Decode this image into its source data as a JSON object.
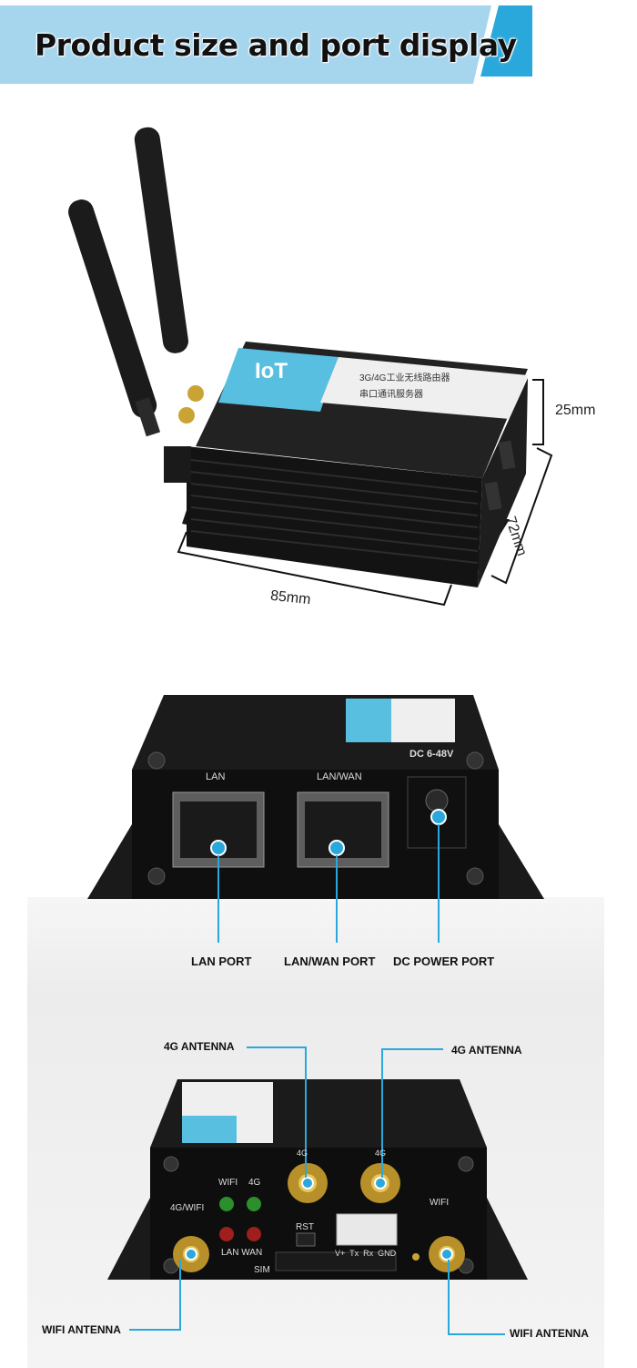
{
  "header": {
    "title": "Product size and port display",
    "accent_color": "#2aa8dc",
    "bg_color": "#9fd2ec"
  },
  "dimensions": {
    "height": "25mm",
    "depth": "72mm",
    "width": "85mm"
  },
  "front_panel": {
    "lan_label": "LAN",
    "lanwan_label": "LAN/WAN",
    "dc_label": "DC 6-48V",
    "ports": [
      "LAN PORT",
      "LAN/WAN PORT",
      "DC POWER PORT"
    ]
  },
  "back_panel": {
    "antenna_left_top": "4G ANTENNA",
    "antenna_right_top": "4G ANTENNA",
    "antenna_left_bottom": "WIFI ANTENNA",
    "antenna_right_bottom": "WIFI ANTENNA",
    "labels": {
      "wifi": "WIFI",
      "g4": "4G",
      "g4wifi": "4G/WIFI",
      "lanwan": "LAN WAN",
      "rst": "RST",
      "sim": "SIM",
      "pins": "V+  Tx  Rx  GND",
      "ant1": "4G",
      "ant2": "4G",
      "wifi_right": "WIFI"
    }
  }
}
